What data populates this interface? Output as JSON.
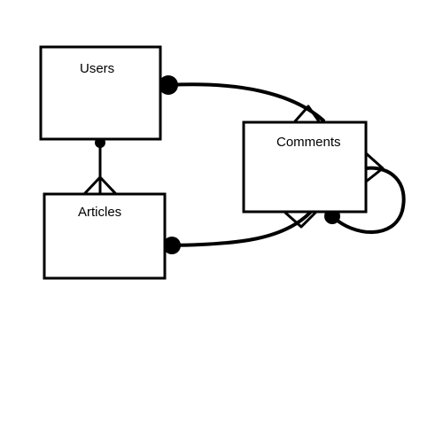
{
  "diagram": {
    "type": "entity-relationship",
    "entities": {
      "users": {
        "label": "Users"
      },
      "articles": {
        "label": "Articles"
      },
      "comments": {
        "label": "Comments"
      }
    },
    "relationships": [
      {
        "from": "users",
        "from_end": "one",
        "to": "articles",
        "to_end": "many"
      },
      {
        "from": "users",
        "from_end": "one",
        "to": "comments",
        "to_end": "many"
      },
      {
        "from": "articles",
        "from_end": "one",
        "to": "comments",
        "to_end": "many"
      },
      {
        "from": "comments",
        "from_end": "one",
        "to": "comments",
        "to_end": "many"
      }
    ],
    "colors": {
      "stroke": "#000000",
      "background": "#ffffff"
    }
  }
}
